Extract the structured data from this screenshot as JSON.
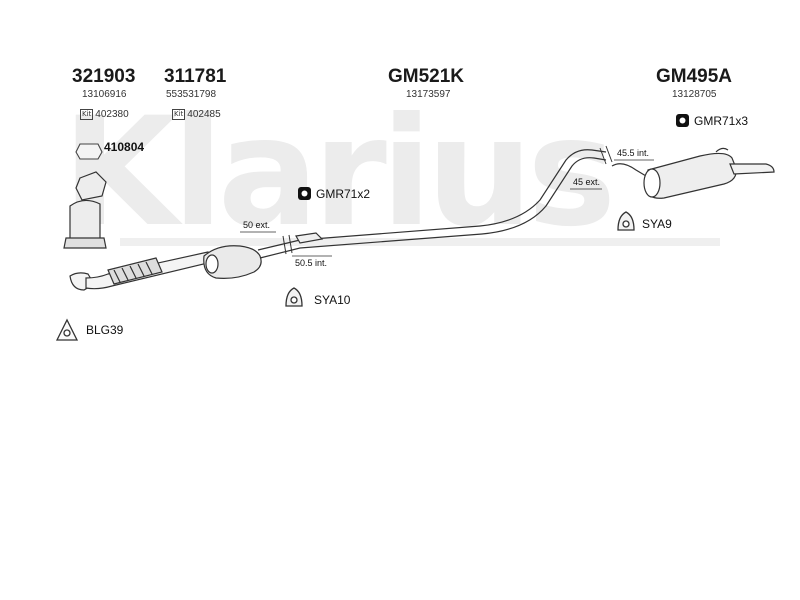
{
  "watermark": "Klarius",
  "parts": [
    {
      "code": "321903",
      "oe": "13106916",
      "kit_label": "Kit",
      "kit": "402380"
    },
    {
      "code": "311781",
      "oe": "553531798",
      "kit_label": "Kit",
      "kit": "402485"
    },
    {
      "code": "GM521K",
      "oe": "13173597"
    },
    {
      "code": "GM495A",
      "oe": "13128705"
    }
  ],
  "fittings": {
    "gasket_410804": "410804",
    "gmr71x2": "GMR71x2",
    "gmr71x3": "GMR71x3",
    "sya10": "SYA10",
    "sya9": "SYA9",
    "blg39": "BLG39"
  },
  "pipe_notes": {
    "ext50": "50 ext.",
    "int505": "50.5 int.",
    "int455": "45.5 int.",
    "ext45": "45 ext."
  }
}
